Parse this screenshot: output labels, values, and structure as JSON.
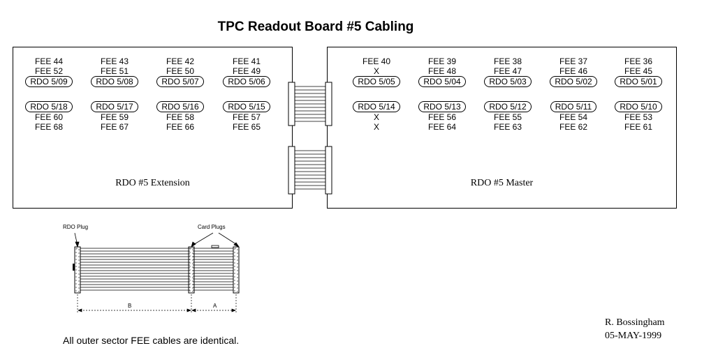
{
  "title": "TPC Readout Board #5 Cabling",
  "extension": {
    "label": "RDO #5 Extension",
    "columns": [
      {
        "top": [
          "FEE 44",
          "FEE 52"
        ],
        "rdo_top": "RDO 5/09",
        "rdo_bottom": "RDO 5/18",
        "bottom": [
          "FEE 60",
          "FEE 68"
        ]
      },
      {
        "top": [
          "FEE 43",
          "FEE 51"
        ],
        "rdo_top": "RDO 5/08",
        "rdo_bottom": "RDO 5/17",
        "bottom": [
          "FEE 59",
          "FEE 67"
        ]
      },
      {
        "top": [
          "FEE 42",
          "FEE 50"
        ],
        "rdo_top": "RDO 5/07",
        "rdo_bottom": "RDO 5/16",
        "bottom": [
          "FEE 58",
          "FEE 66"
        ]
      },
      {
        "top": [
          "FEE 41",
          "FEE 49"
        ],
        "rdo_top": "RDO 5/06",
        "rdo_bottom": "RDO 5/15",
        "bottom": [
          "FEE 57",
          "FEE 65"
        ]
      }
    ]
  },
  "master": {
    "label": "RDO #5 Master",
    "columns": [
      {
        "top": [
          "FEE 40",
          "X"
        ],
        "rdo_top": "RDO 5/05",
        "rdo_bottom": "RDO 5/14",
        "bottom": [
          "X",
          "X"
        ]
      },
      {
        "top": [
          "FEE 39",
          "FEE 48"
        ],
        "rdo_top": "RDO 5/04",
        "rdo_bottom": "RDO 5/13",
        "bottom": [
          "FEE 56",
          "FEE 64"
        ]
      },
      {
        "top": [
          "FEE 38",
          "FEE 47"
        ],
        "rdo_top": "RDO 5/03",
        "rdo_bottom": "RDO 5/12",
        "bottom": [
          "FEE 55",
          "FEE 63"
        ]
      },
      {
        "top": [
          "FEE 37",
          "FEE 46"
        ],
        "rdo_top": "RDO 5/02",
        "rdo_bottom": "RDO 5/11",
        "bottom": [
          "FEE 54",
          "FEE 62"
        ]
      },
      {
        "top": [
          "FEE 36",
          "FEE 45"
        ],
        "rdo_top": "RDO 5/01",
        "rdo_bottom": "RDO 5/10",
        "bottom": [
          "FEE 53",
          "FEE 61"
        ]
      }
    ]
  },
  "cable": {
    "rdo_plug_label": "RDO Plug",
    "card_plugs_label": "Card Plugs",
    "segment_b": "B",
    "segment_a": "A"
  },
  "note": "All outer sector FEE cables are identical.",
  "author": "R. Bossingham",
  "date": "05-MAY-1999"
}
